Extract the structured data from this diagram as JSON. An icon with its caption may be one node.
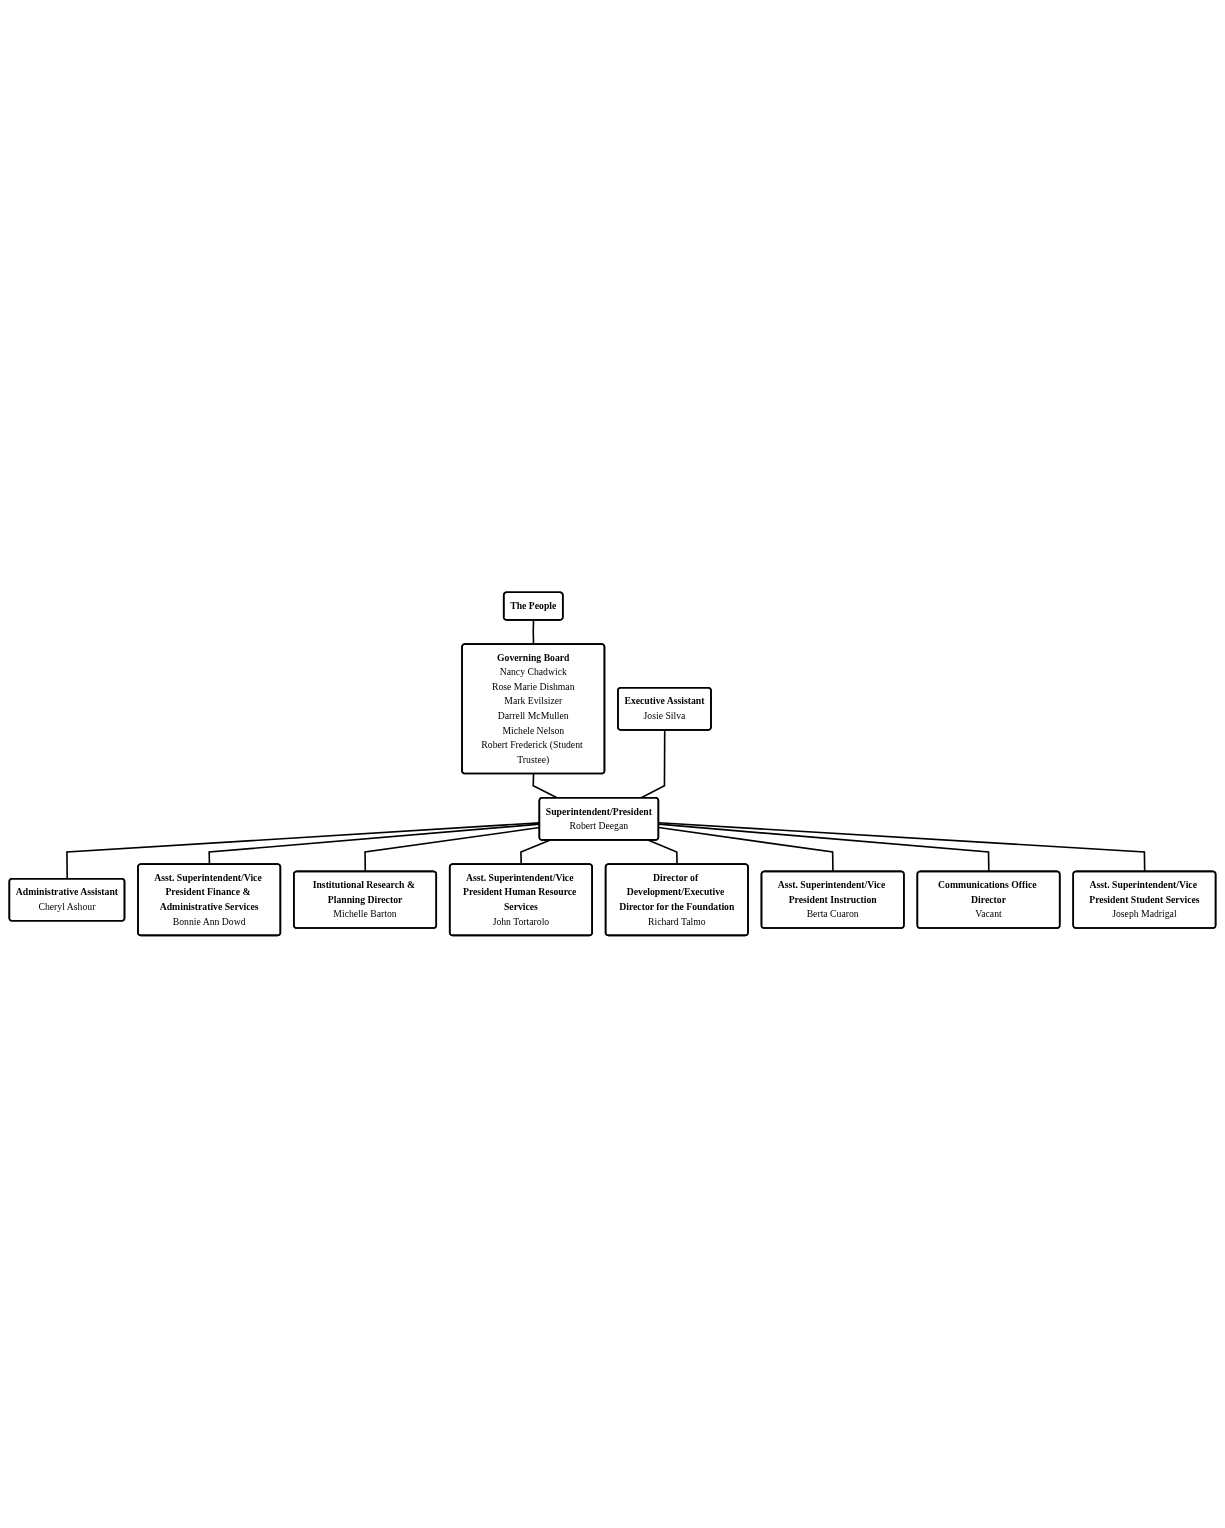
{
  "diagram": {
    "nodes": [
      {
        "text": [
          "The People"
        ]
      },
      {
        "text": [
          "Governing Board",
          "Nancy Chadwick",
          "Rose Marie Dishman",
          "Mark Evilsizer",
          "Darrell McMullen",
          "Michele Nelson",
          "Robert Frederick (Student Trustee)"
        ]
      },
      {
        "text": [
          "Executive Assistant",
          "Josie Silva"
        ]
      },
      {
        "text": [
          "Superintendent/President",
          "Robert Deegan"
        ]
      },
      {
        "text": [
          "Administrative Assistant",
          "Cheryl Ashour"
        ]
      },
      {
        "text": [
          "Asst. Superintendent/Vice President Finance & Administrative Services",
          "Bonnie Ann Dowd"
        ]
      },
      {
        "text": [
          "Institutional Research & Planning Director",
          "Michelle Barton"
        ]
      },
      {
        "text": [
          "Asst. Superintendent/Vice President Human Resource Services",
          "John Tortarolo"
        ]
      },
      {
        "text": [
          "Director of Development/Executive Director for the Foundation",
          "Richard Talmo"
        ]
      },
      {
        "text": [
          "Asst. Superintendent/Vice President Instruction",
          "Berta Cuaron"
        ]
      },
      {
        "text": [
          "Communications Office Director",
          "Vacant"
        ]
      },
      {
        "text": [
          "Asst. Superintendent/Vice President Student Services",
          "Joseph Madrigal"
        ]
      }
    ],
    "edges": [
      {
        "from": 0,
        "to": 1,
        "arrow": "none"
      },
      {
        "from": 1,
        "to": 3,
        "arrow": "none"
      },
      {
        "from": 2,
        "to": 3,
        "arrow": "none"
      },
      {
        "from": 3,
        "to": 4,
        "arrow": "none"
      },
      {
        "from": 3,
        "to": 5,
        "arrow": "none"
      },
      {
        "from": 3,
        "to": 6,
        "arrow": "none"
      },
      {
        "from": 3,
        "to": 7,
        "arrow": "none"
      },
      {
        "from": 3,
        "to": 8,
        "arrow": "none"
      },
      {
        "from": 3,
        "to": 9,
        "arrow": "none"
      },
      {
        "from": 3,
        "to": 10,
        "arrow": "none"
      },
      {
        "from": 3,
        "to": 11,
        "arrow": "none"
      }
    ]
  }
}
